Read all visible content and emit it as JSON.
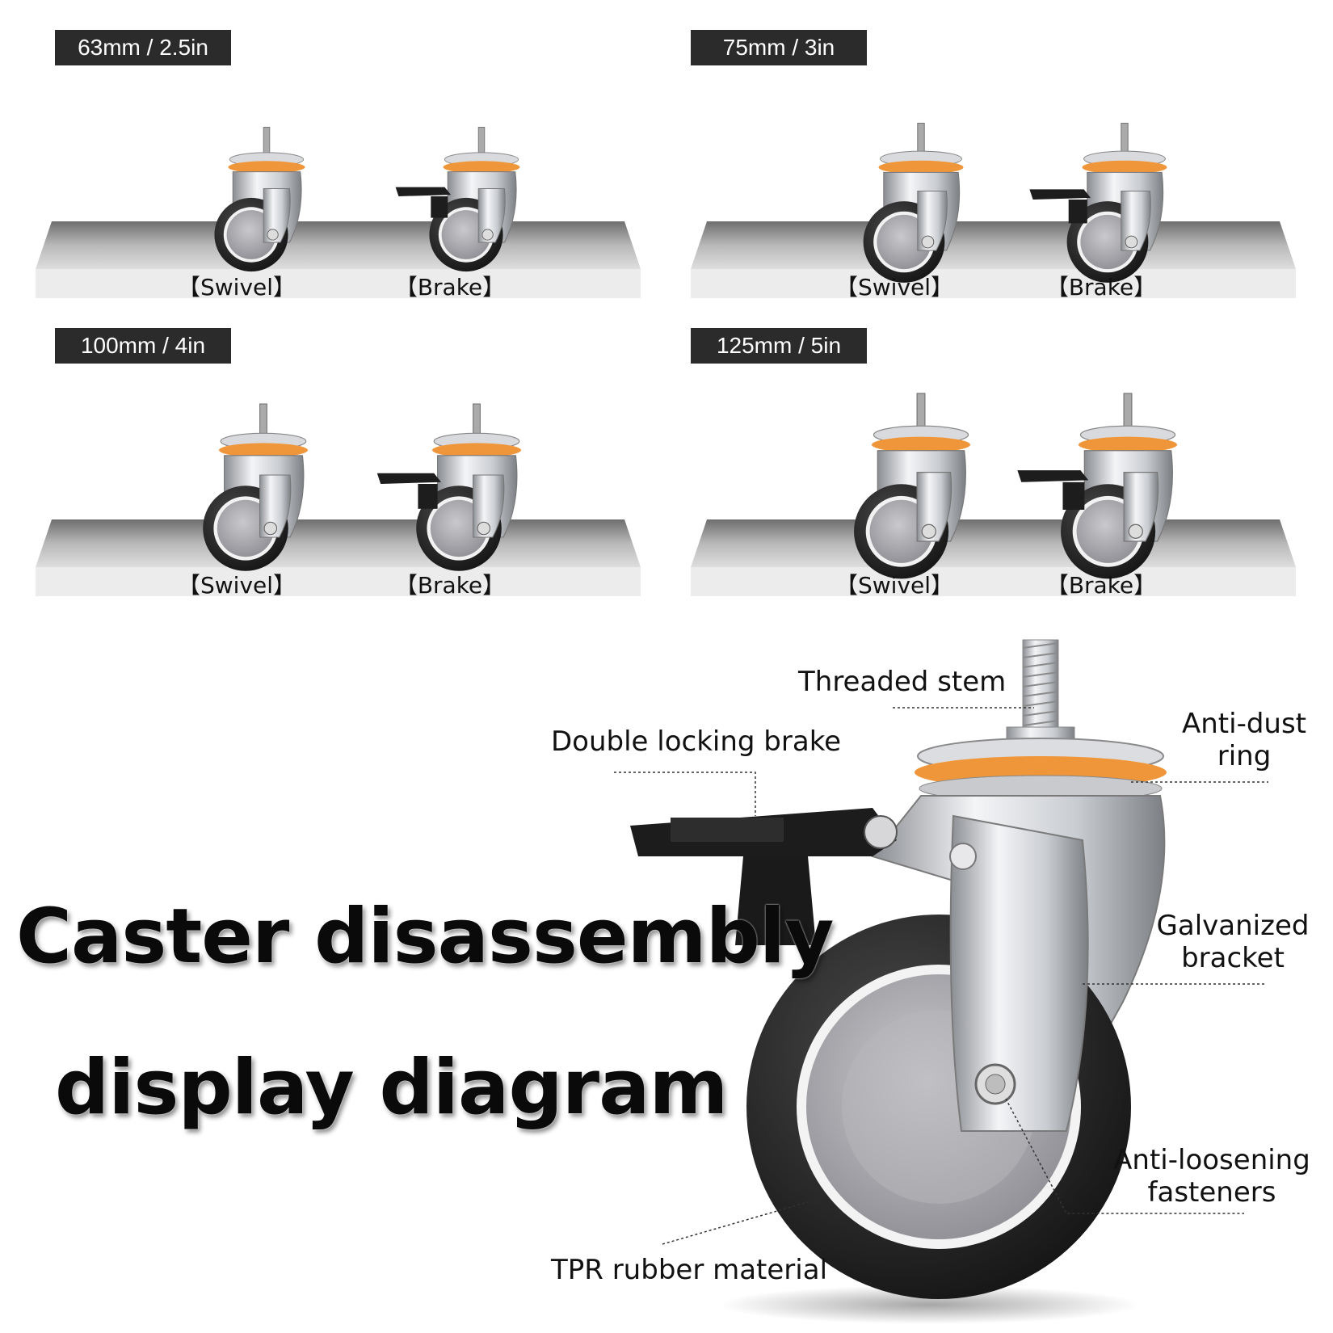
{
  "panels": [
    {
      "size": "63mm / 2.5in",
      "labels": [
        "【Swivel】",
        "【Brake】"
      ]
    },
    {
      "size": "75mm / 3in",
      "labels": [
        "【Swivel】",
        "【Brake】"
      ]
    },
    {
      "size": "100mm / 4in",
      "labels": [
        "【Swivel】",
        "【Brake】"
      ]
    },
    {
      "size": "125mm / 5in",
      "labels": [
        "【Swivel】",
        "【Brake】"
      ]
    }
  ],
  "title": {
    "line1": "Caster disassembly",
    "line2": "display diagram"
  },
  "callouts": {
    "threaded_stem": "Threaded stem",
    "double_brake": "Double locking brake",
    "anti_dust_1": "Anti-dust",
    "anti_dust_2": "ring",
    "galvanized_1": "Galvanized",
    "galvanized_2": "bracket",
    "anti_loose_1": "Anti-loosening",
    "anti_loose_2": "fasteners",
    "tpr": "TPR rubber material"
  },
  "colors": {
    "tag_bg": "#2b2b2b",
    "ring": "#f0963a",
    "tire": "#2a2a2a",
    "hub": "#a9a9ad"
  },
  "icons": [
    "swivel-caster-icon",
    "brake-caster-icon"
  ]
}
